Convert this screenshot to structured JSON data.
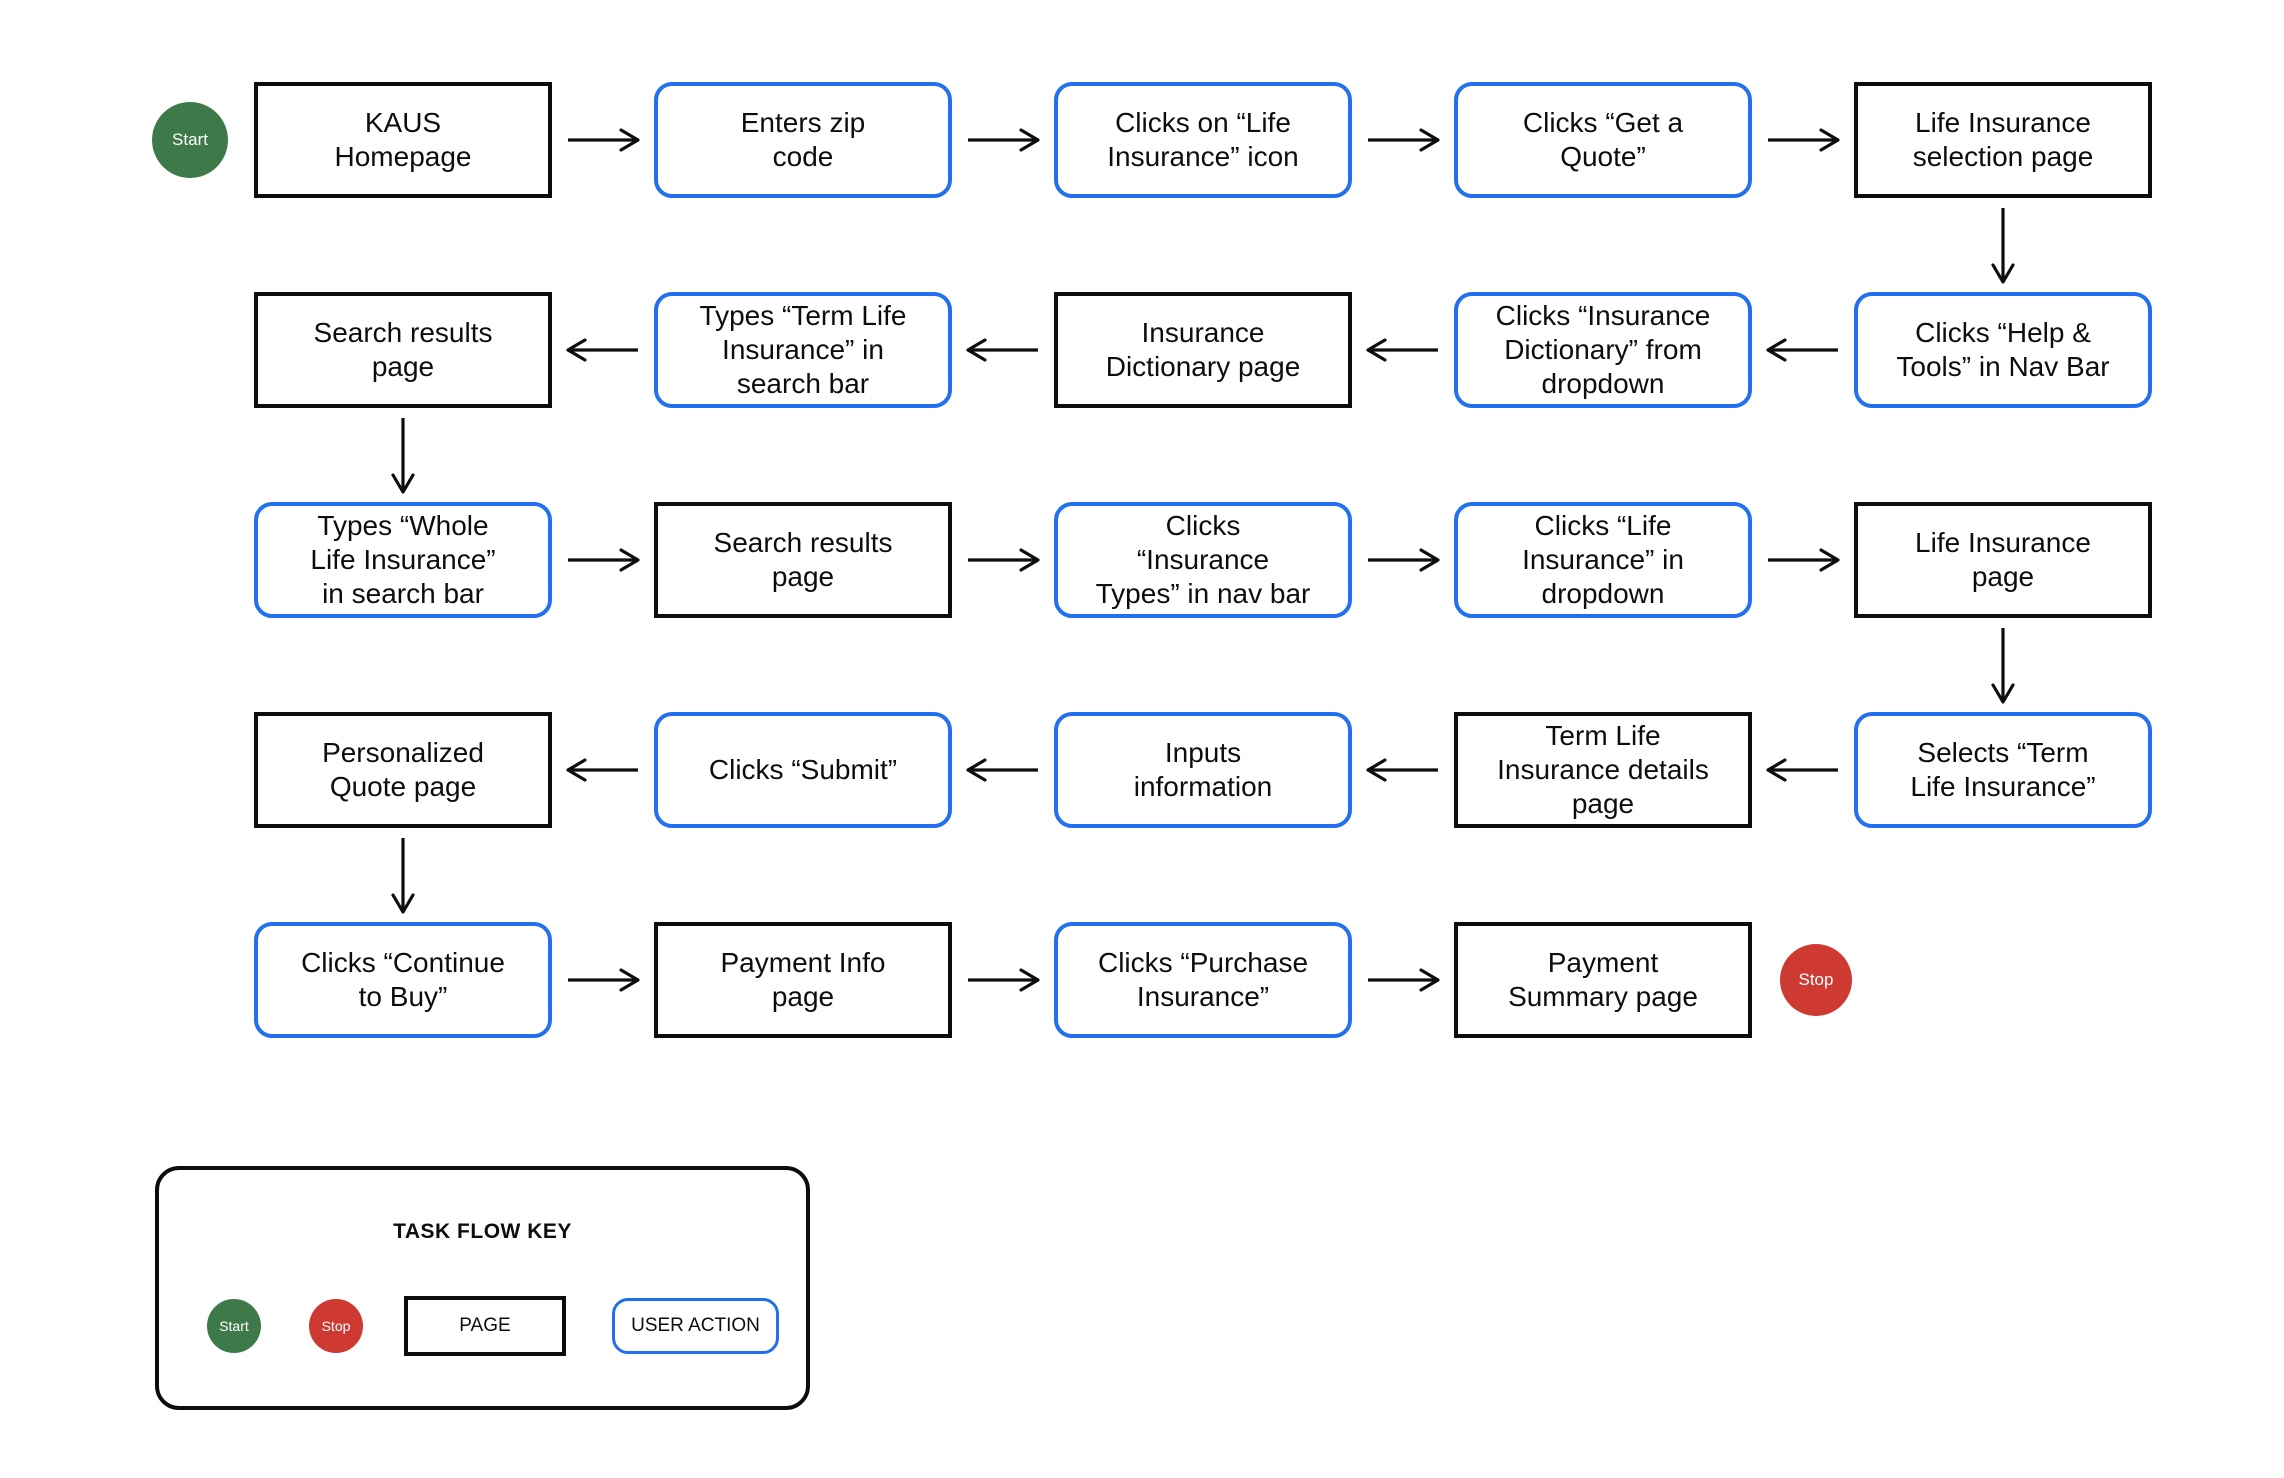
{
  "diagram": {
    "legend": {
      "title": "TASK FLOW KEY",
      "items": [
        {
          "type": "start",
          "label": "Start"
        },
        {
          "type": "stop",
          "label": "Stop"
        },
        {
          "type": "page",
          "label": "PAGE"
        },
        {
          "type": "action",
          "label": "USER ACTION"
        }
      ]
    },
    "terminators": [
      {
        "id": "start",
        "label": "Start"
      },
      {
        "id": "stop",
        "label": "Stop"
      }
    ],
    "nodes": [
      {
        "id": "kaus-homepage",
        "type": "page",
        "row": 1,
        "col": 1,
        "label": "KAUS\nHomepage"
      },
      {
        "id": "enters-zip-code",
        "type": "action",
        "row": 1,
        "col": 2,
        "label": "Enters zip\ncode"
      },
      {
        "id": "clicks-life-insurance-icon",
        "type": "action",
        "row": 1,
        "col": 3,
        "label": "Clicks on “Life\nInsurance” icon"
      },
      {
        "id": "clicks-get-a-quote",
        "type": "action",
        "row": 1,
        "col": 4,
        "label": "Clicks “Get a\nQuote”"
      },
      {
        "id": "life-insurance-selection-page",
        "type": "page",
        "row": 1,
        "col": 5,
        "label": "Life Insurance\nselection page"
      },
      {
        "id": "clicks-help-tools-nav-bar",
        "type": "action",
        "row": 2,
        "col": 5,
        "label": "Clicks “Help &\nTools” in Nav Bar"
      },
      {
        "id": "clicks-insurance-dictionary-dropdown",
        "type": "action",
        "row": 2,
        "col": 4,
        "label": "Clicks “Insurance\nDictionary” from\ndropdown"
      },
      {
        "id": "insurance-dictionary-page",
        "type": "page",
        "row": 2,
        "col": 3,
        "label": "Insurance\nDictionary page"
      },
      {
        "id": "types-term-life-insurance-search-bar",
        "type": "action",
        "row": 2,
        "col": 2,
        "label": "Types “Term Life\nInsurance” in\nsearch bar"
      },
      {
        "id": "search-results-page-1",
        "type": "page",
        "row": 2,
        "col": 1,
        "label": "Search results\npage"
      },
      {
        "id": "types-whole-life-insurance-search-bar",
        "type": "action",
        "row": 3,
        "col": 1,
        "label": "Types “Whole\nLife Insurance”\nin search bar"
      },
      {
        "id": "search-results-page-2",
        "type": "page",
        "row": 3,
        "col": 2,
        "label": "Search results\npage"
      },
      {
        "id": "clicks-insurance-types-nav-bar",
        "type": "action",
        "row": 3,
        "col": 3,
        "label": "Clicks\n“Insurance\nTypes” in nav bar"
      },
      {
        "id": "clicks-life-insurance-dropdown",
        "type": "action",
        "row": 3,
        "col": 4,
        "label": "Clicks “Life\nInsurance” in\ndropdown"
      },
      {
        "id": "life-insurance-page",
        "type": "page",
        "row": 3,
        "col": 5,
        "label": "Life Insurance\npage"
      },
      {
        "id": "selects-term-life-insurance",
        "type": "action",
        "row": 4,
        "col": 5,
        "label": "Selects “Term\nLife Insurance”"
      },
      {
        "id": "term-life-insurance-details-page",
        "type": "page",
        "row": 4,
        "col": 4,
        "label": "Term Life\nInsurance details\npage"
      },
      {
        "id": "inputs-information",
        "type": "action",
        "row": 4,
        "col": 3,
        "label": "Inputs\ninformation"
      },
      {
        "id": "clicks-submit",
        "type": "action",
        "row": 4,
        "col": 2,
        "label": "Clicks “Submit”"
      },
      {
        "id": "personalized-quote-page",
        "type": "page",
        "row": 4,
        "col": 1,
        "label": "Personalized\nQuote page"
      },
      {
        "id": "clicks-continue-to-buy",
        "type": "action",
        "row": 5,
        "col": 1,
        "label": "Clicks “Continue\nto Buy”"
      },
      {
        "id": "payment-info-page",
        "type": "page",
        "row": 5,
        "col": 2,
        "label": "Payment Info\npage"
      },
      {
        "id": "clicks-purchase-insurance",
        "type": "action",
        "row": 5,
        "col": 3,
        "label": "Clicks “Purchase\nInsurance”"
      },
      {
        "id": "payment-summary-page",
        "type": "page",
        "row": 5,
        "col": 4,
        "label": "Payment\nSummary page"
      }
    ],
    "edges": [
      {
        "from": "kaus-homepage",
        "to": "enters-zip-code"
      },
      {
        "from": "enters-zip-code",
        "to": "clicks-life-insurance-icon"
      },
      {
        "from": "clicks-life-insurance-icon",
        "to": "clicks-get-a-quote"
      },
      {
        "from": "clicks-get-a-quote",
        "to": "life-insurance-selection-page"
      },
      {
        "from": "life-insurance-selection-page",
        "to": "clicks-help-tools-nav-bar"
      },
      {
        "from": "clicks-help-tools-nav-bar",
        "to": "clicks-insurance-dictionary-dropdown"
      },
      {
        "from": "clicks-insurance-dictionary-dropdown",
        "to": "insurance-dictionary-page"
      },
      {
        "from": "insurance-dictionary-page",
        "to": "types-term-life-insurance-search-bar"
      },
      {
        "from": "types-term-life-insurance-search-bar",
        "to": "search-results-page-1"
      },
      {
        "from": "search-results-page-1",
        "to": "types-whole-life-insurance-search-bar"
      },
      {
        "from": "types-whole-life-insurance-search-bar",
        "to": "search-results-page-2"
      },
      {
        "from": "search-results-page-2",
        "to": "clicks-insurance-types-nav-bar"
      },
      {
        "from": "clicks-insurance-types-nav-bar",
        "to": "clicks-life-insurance-dropdown"
      },
      {
        "from": "clicks-life-insurance-dropdown",
        "to": "life-insurance-page"
      },
      {
        "from": "life-insurance-page",
        "to": "selects-term-life-insurance"
      },
      {
        "from": "selects-term-life-insurance",
        "to": "term-life-insurance-details-page"
      },
      {
        "from": "term-life-insurance-details-page",
        "to": "inputs-information"
      },
      {
        "from": "inputs-information",
        "to": "clicks-submit"
      },
      {
        "from": "clicks-submit",
        "to": "personalized-quote-page"
      },
      {
        "from": "personalized-quote-page",
        "to": "clicks-continue-to-buy"
      },
      {
        "from": "clicks-continue-to-buy",
        "to": "payment-info-page"
      },
      {
        "from": "payment-info-page",
        "to": "clicks-purchase-insurance"
      },
      {
        "from": "clicks-purchase-insurance",
        "to": "payment-summary-page"
      }
    ],
    "colors": {
      "page_border": "#0d0d0d",
      "action_border": "#2270F0",
      "start_fill": "#3E7A49",
      "stop_fill": "#CE3A31",
      "arrow": "#0d0d0d"
    }
  }
}
